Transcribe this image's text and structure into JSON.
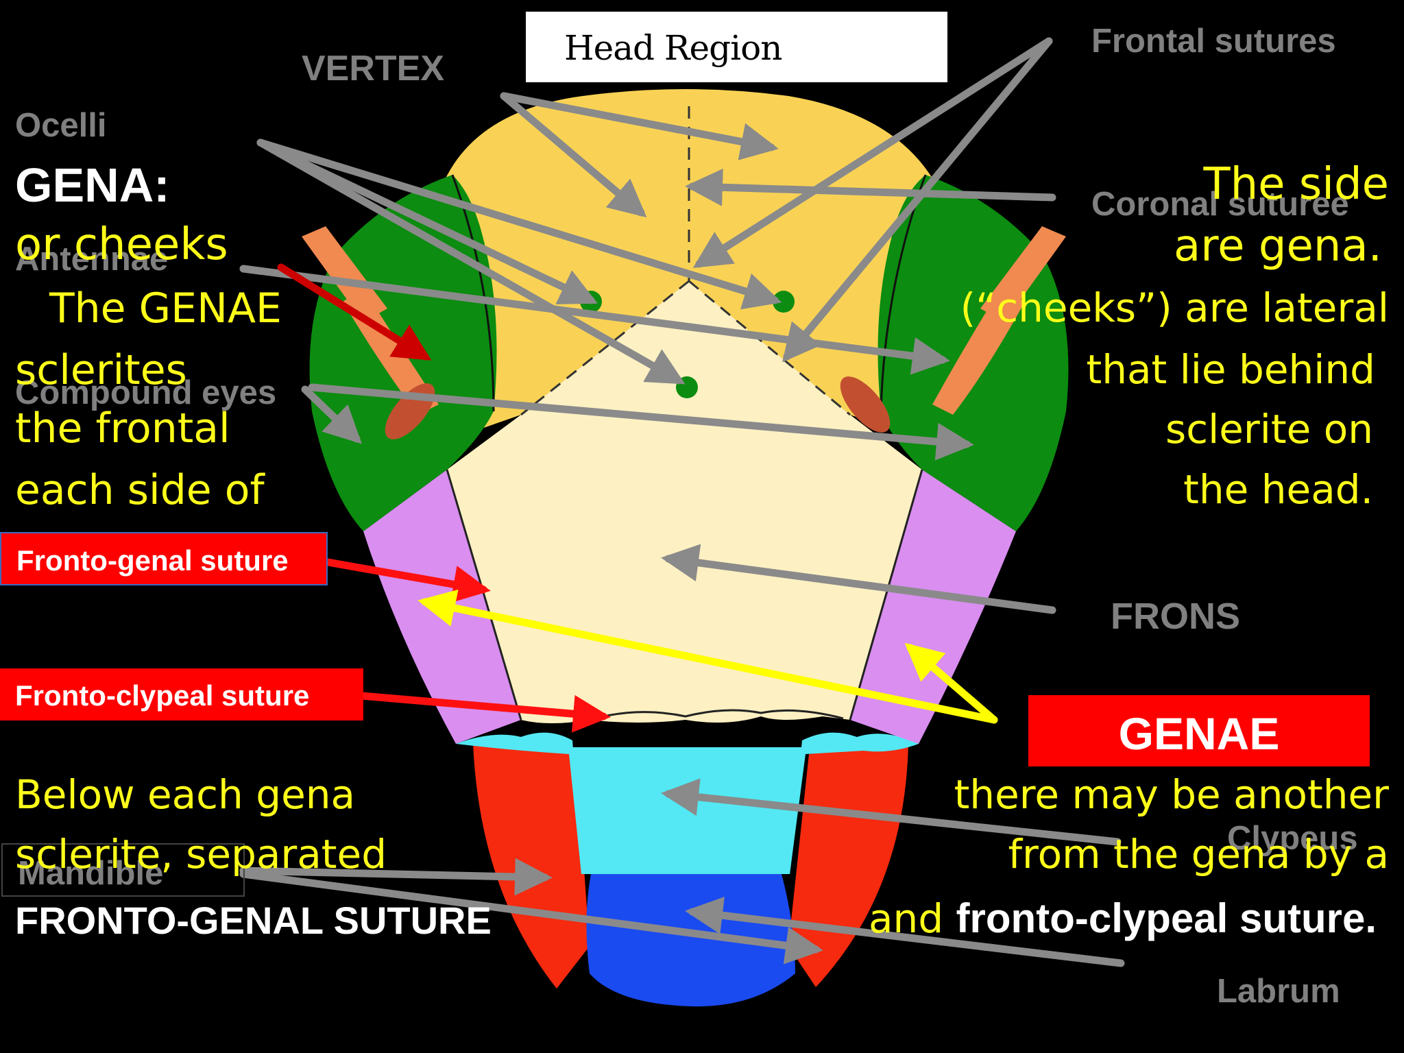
{
  "title": "Head Region",
  "labels": {
    "vertex": "VERTEX",
    "ocelli": "Ocelli",
    "antennae": "Antennae",
    "compound_eyes": "Compound eyes",
    "frontal_sutures": "Frontal sutures",
    "coronal_suture": "Coronal suturee",
    "frons": "FRONS",
    "clypeus": "Clypeus",
    "labrum": "Labrum",
    "mandible": "Mandible"
  },
  "red_labels": {
    "fronto_genal": "Fronto-genal suture",
    "fronto_clypeal": "Fronto-clypeal suture",
    "genae": "GENAE"
  },
  "left_text": {
    "heading": "GENA:",
    "line1": "or cheeks",
    "line2": "The GENAE",
    "line3": "sclerites",
    "line4": "the frontal",
    "line5": "each side of"
  },
  "right_text": {
    "line1": "The  side",
    "line2": "are gena.",
    "line3": "(“cheeks”) are lateral",
    "line4": "that lie behind",
    "line5": "sclerite on",
    "line6": "the head."
  },
  "bottom_left": {
    "line1": "Below each gena",
    "line2": "sclerite, separated",
    "line3": "FRONTO-GENAL SUTURE"
  },
  "bottom_right": {
    "line1": "there may be another",
    "line2": "from the gena by a",
    "line3_prefix": "and",
    "line3_bold": "fronto-clypeal suture."
  },
  "colors": {
    "vertex": "#f9d255",
    "frons": "#fdf0c2",
    "eye": "#0c8c10",
    "gena": "#d98ef0",
    "clypeus": "#53e8f3",
    "labrum": "#1a4bf0",
    "mandible": "#f52a0f",
    "antenna": "#f08a50",
    "arrow_grey": "#8a8a8a",
    "arrow_red": "#ff1010",
    "arrow_yellow": "#ffff00",
    "text_yellow": "#ffff1a"
  }
}
